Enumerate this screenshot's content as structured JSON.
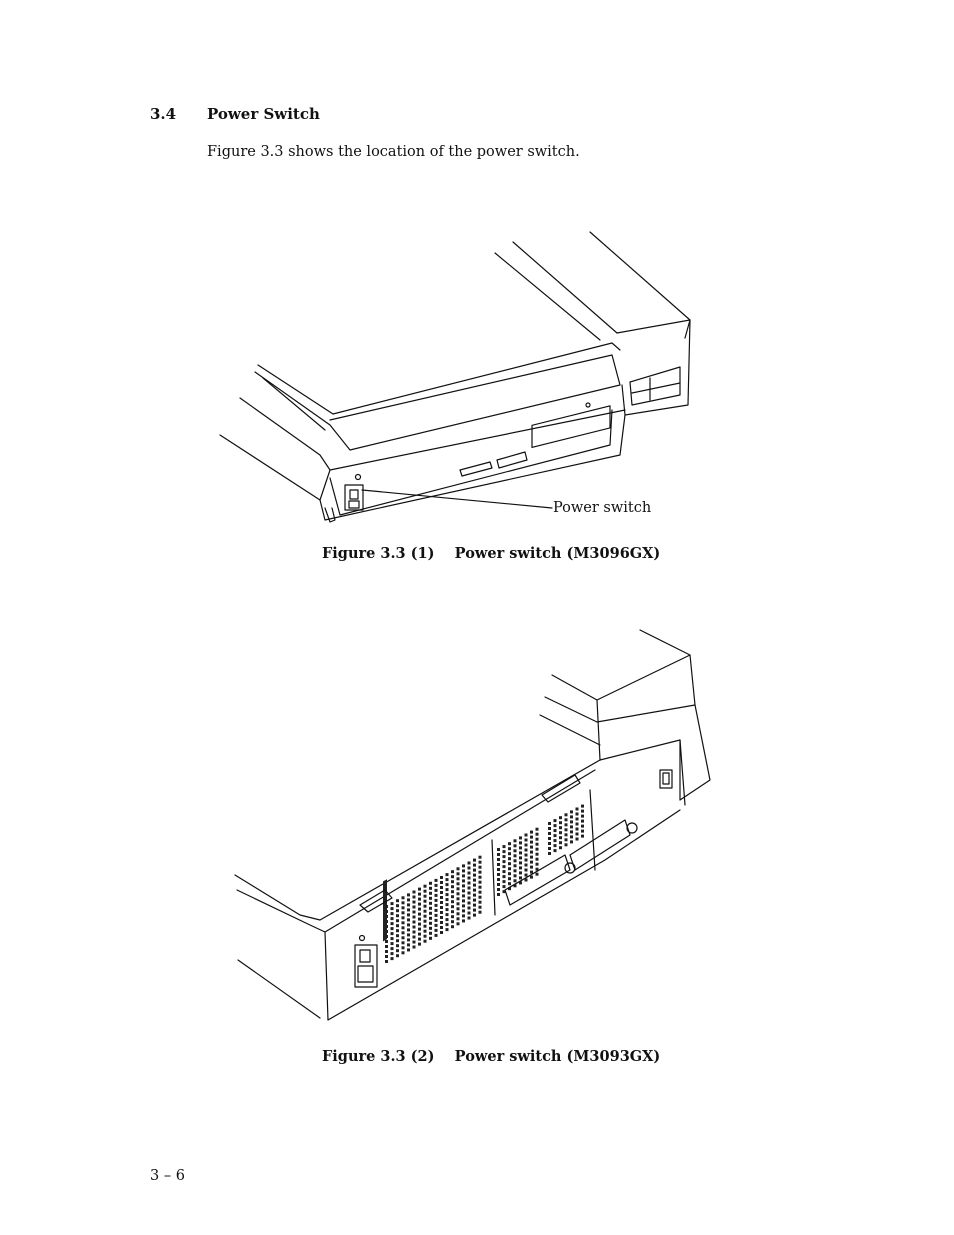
{
  "section": {
    "number": "3.4",
    "title": "Power Switch",
    "intro": "Figure 3.3 shows the location of the power switch."
  },
  "figures": [
    {
      "caption": "Figure 3.3 (1)    Power switch (M3096GX)",
      "callout": "Power switch"
    },
    {
      "caption": "Figure 3.3 (2)    Power switch (M3093GX)"
    }
  ],
  "footer": {
    "page_number": "3 – 6"
  }
}
